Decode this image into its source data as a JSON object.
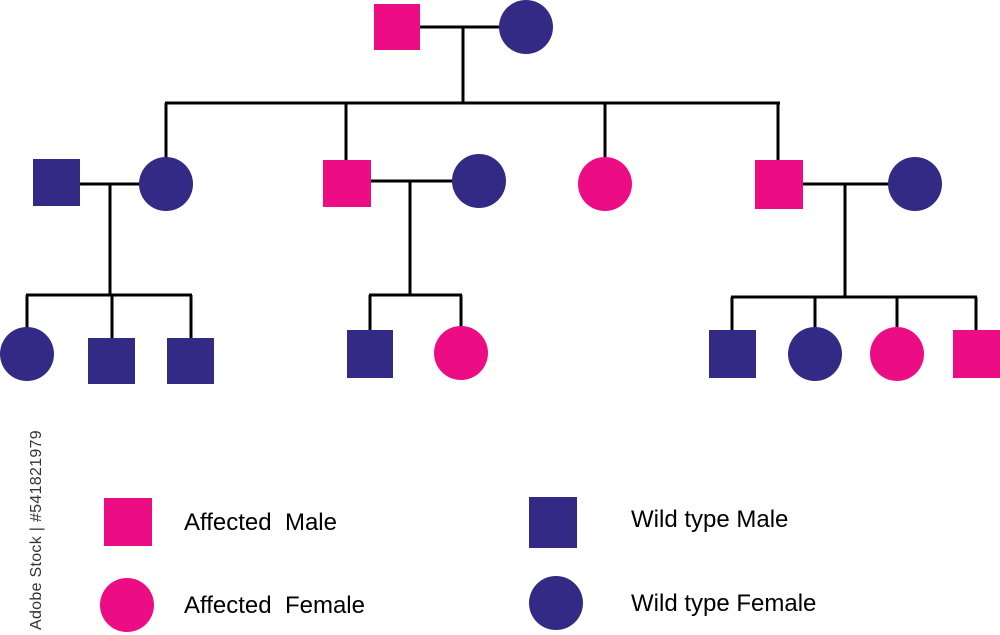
{
  "colors": {
    "affected": "#ec0d84",
    "wild_type": "#332a86",
    "line": "#000000"
  },
  "legend": {
    "affected_male": "Affected  Male",
    "affected_female": "Affected  Female",
    "wild_type_male": "Wild type Male",
    "wild_type_female": "Wild type Female"
  },
  "watermark": {
    "stock_id": "Adobe Stock | #541821979"
  },
  "pedigree": {
    "generation_1": [
      {
        "sex": "male",
        "status": "affected"
      },
      {
        "sex": "female",
        "status": "wild_type"
      }
    ],
    "generation_2": [
      {
        "sex": "male",
        "status": "wild_type",
        "role": "spouse"
      },
      {
        "sex": "female",
        "status": "wild_type",
        "role": "child"
      },
      {
        "sex": "male",
        "status": "affected",
        "role": "child"
      },
      {
        "sex": "female",
        "status": "wild_type",
        "role": "spouse"
      },
      {
        "sex": "female",
        "status": "affected",
        "role": "child"
      },
      {
        "sex": "male",
        "status": "affected",
        "role": "child"
      },
      {
        "sex": "female",
        "status": "wild_type",
        "role": "spouse"
      }
    ],
    "generation_3": [
      {
        "family": 1,
        "sex": "female",
        "status": "wild_type"
      },
      {
        "family": 1,
        "sex": "male",
        "status": "wild_type"
      },
      {
        "family": 1,
        "sex": "male",
        "status": "wild_type"
      },
      {
        "family": 2,
        "sex": "male",
        "status": "wild_type"
      },
      {
        "family": 2,
        "sex": "female",
        "status": "affected"
      },
      {
        "family": 3,
        "sex": "male",
        "status": "wild_type"
      },
      {
        "family": 3,
        "sex": "female",
        "status": "wild_type"
      },
      {
        "family": 3,
        "sex": "female",
        "status": "affected"
      },
      {
        "family": 3,
        "sex": "male",
        "status": "affected"
      }
    ]
  }
}
